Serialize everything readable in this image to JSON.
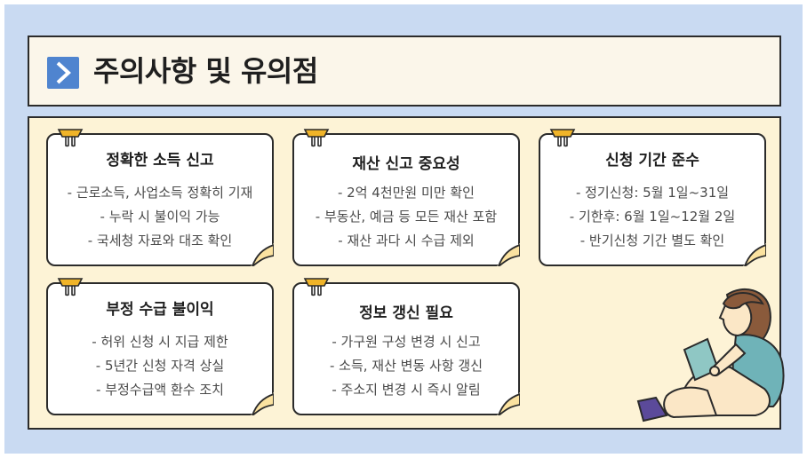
{
  "title": "주의사항 및 유의점",
  "icons": {
    "header": "chevron-right-icon",
    "clip": "binder-clip-icon"
  },
  "colors": {
    "background": "#c9daf2",
    "panel": "#fdf3d6",
    "accent": "#4f84cf",
    "clip": "#f0b429"
  },
  "cards": [
    {
      "title": "정확한 소득 신고",
      "lines": [
        "- 근로소득, 사업소득 정확히 기재",
        "- 누락 시 불이익 가능",
        "- 국세청 자료와 대조 확인"
      ]
    },
    {
      "title": "재산 신고 중요성",
      "lines": [
        "- 2억 4천만원 미만 확인",
        "- 부동산, 예금 등 모든 재산 포함",
        "- 재산 과다 시 수급 제외"
      ]
    },
    {
      "title": "신청 기간 준수",
      "lines": [
        "- 정기신청: 5월 1일~31일",
        "- 기한후: 6월 1일~12월 2일",
        "- 반기신청 기간 별도 확인"
      ]
    },
    {
      "title": "부정 수급 불이익",
      "lines": [
        "- 허위 신청 시 지급 제한",
        "- 5년간 신청 자격 상실",
        "- 부정수급액 환수 조치"
      ]
    },
    {
      "title": "정보 갱신 필요",
      "lines": [
        "- 가구원 구성 변경 시 신고",
        "- 소득, 재산 변동 사항 갱신",
        "- 주소지 변경 시 즉시 알림"
      ]
    }
  ]
}
